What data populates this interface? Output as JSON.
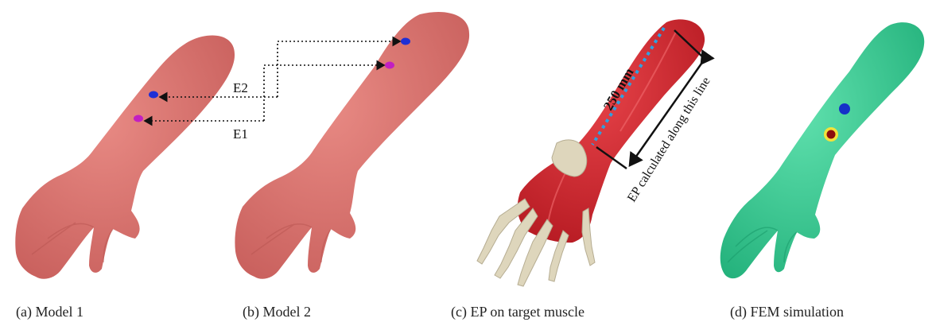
{
  "panels": [
    {
      "id": "a",
      "caption": "(a) Model 1"
    },
    {
      "id": "b",
      "caption": "(b) Model 2"
    },
    {
      "id": "c",
      "caption": "(c) EP on target muscle"
    },
    {
      "id": "d",
      "caption": "(d) FEM simulation"
    }
  ],
  "electrodes": [
    {
      "label": "E2",
      "color": "#1f2fd6"
    },
    {
      "label": "E1",
      "color": "#c21fc2"
    }
  ],
  "annotations": {
    "length": "250 mm",
    "ep_line": "EP calculated along this line"
  },
  "colors": {
    "skin": "#d9706c",
    "muscle": "#d8202a",
    "bone": "#ded6bc",
    "fem_body": "#36cf95",
    "ep_dots": "#2fa0e0",
    "fem_hotspot": "#8b0d0d",
    "fem_ring": "#f2e23a",
    "fem_blue": "#1530c8"
  }
}
